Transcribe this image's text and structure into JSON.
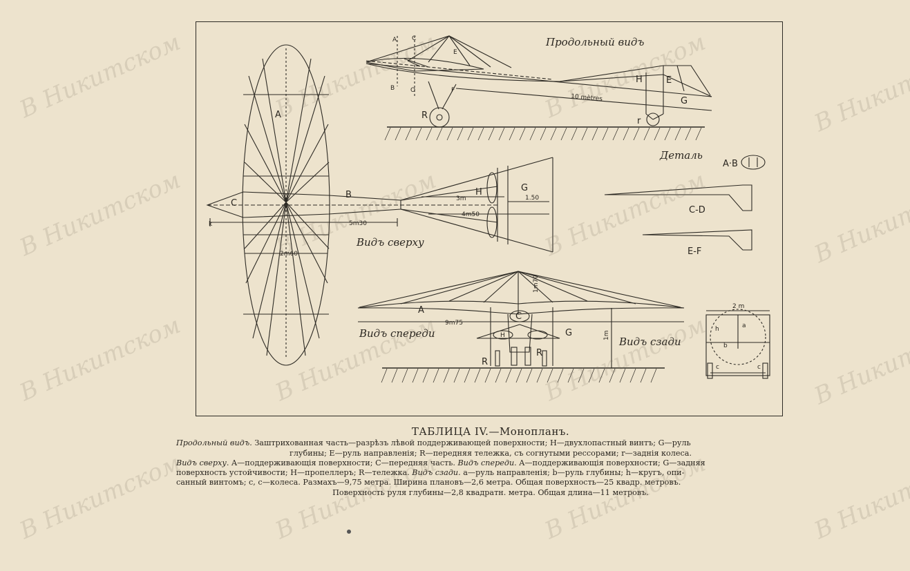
{
  "plate": {
    "views": {
      "side_view_title": "Продольный видъ",
      "top_view_title": "Видъ сверху",
      "front_view_title": "Видъ спереди",
      "rear_view_title": "Видъ сзади",
      "detail_title": "Деталь",
      "detail_section_ab": "A·B",
      "section_cd": "C-D",
      "section_ef": "E-F"
    },
    "labels": {
      "A": "A",
      "B": "B",
      "C": "C",
      "D": "D",
      "E": "E",
      "F": "F",
      "G": "G",
      "H": "H",
      "R": "R",
      "r": "r",
      "O": "O",
      "a": "a",
      "b": "b",
      "h": "h",
      "c": "c",
      "k": "k"
    },
    "dimensions": {
      "side_length": "10 mètres",
      "top_5m30": "5m30",
      "top_3m": "3m",
      "top_1m50": "1.50",
      "top_4m50": "4m50",
      "top_2m60": "2m60",
      "front_span": "9m75",
      "front_height": "1m70",
      "rear_width": "2 m",
      "rear_height": "1m"
    }
  },
  "caption": {
    "title": "ТАБЛИЦА IV.—Монопланъ.",
    "line1_italic": "Продольный видъ.",
    "line1": " Заштрихованная часть—разрѣзъ лѣвой поддерживающей поверхности; H—двухлопастный винтъ; G—руль",
    "line2": "глубины; E—руль направленія; R—передняя тележка, съ согнутыми рессорами; r—заднія колеса.",
    "line3_italic": "Видъ сверху.",
    "line3": " A—поддерживающія поверхности; C—передняя часть.",
    "line3b_italic": " Видъ спереди.",
    "line3b": " A—поддерживающія поверхности; G—задняя",
    "line4": "поверхность устойчивости; H—пропеллеръ; R—тележка.",
    "line4_italic": " Видъ сзади.",
    "line4b": " a—руль направленія; b—руль глубины; h—кругъ, опи-",
    "line5": "санный винтомъ; c, c—колеса. Размахъ—9,75 метра. Ширина плановъ—2,6 метра. Общая поверхность—25 квадр. метровъ.",
    "line6": "Поверхность руля глубины—2,8 квадратн. метра. Общая длина—11 метровъ."
  },
  "watermark": "В Никитском"
}
